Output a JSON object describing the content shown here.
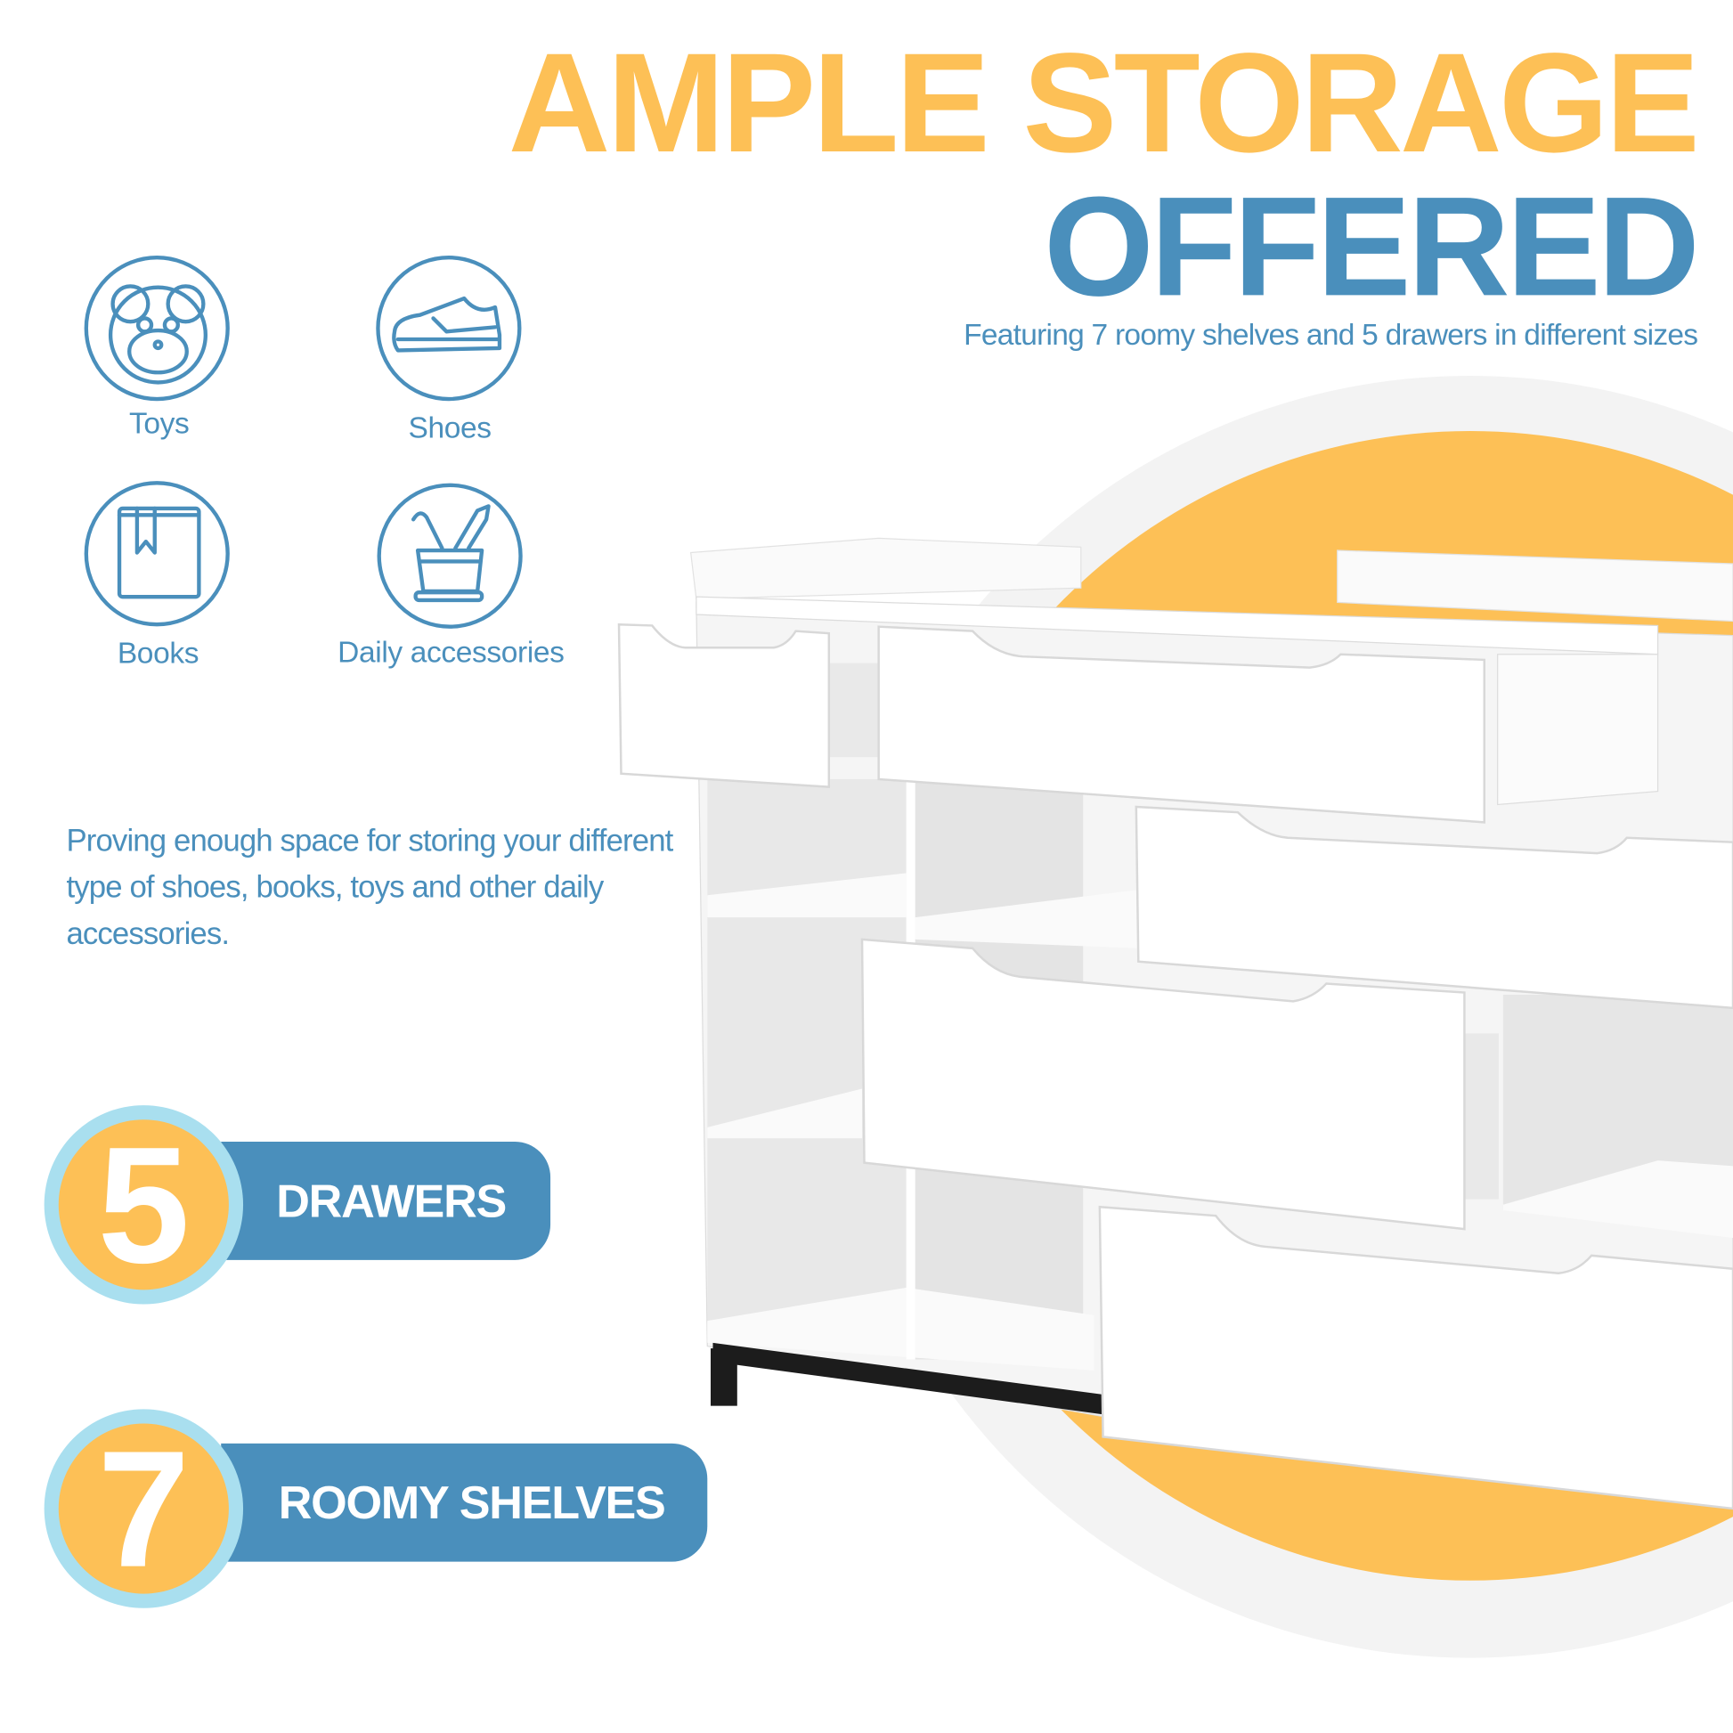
{
  "header": {
    "title_line1": "AMPLE STORAGE",
    "title_line2": "OFFERED",
    "subtitle": "Featuring 7 roomy shelves and 5 drawers in different sizes"
  },
  "categories": [
    {
      "label": "Toys",
      "icon": "teddy-bear-icon"
    },
    {
      "label": "Shoes",
      "icon": "sneaker-icon"
    },
    {
      "label": "Books",
      "icon": "book-icon"
    },
    {
      "label": "Daily accessories",
      "icon": "pencil-cup-icon"
    }
  ],
  "description": "Proving enough space for storing your different type of shoes, books, toys and other daily accessories.",
  "badges": [
    {
      "number": "5",
      "label": "DRAWERS"
    },
    {
      "number": "7",
      "label": "ROOMY SHELVES"
    }
  ],
  "colors": {
    "orange": "#FDC056",
    "blue": "#4A8FBC",
    "light_blue": "#A9DFEF"
  }
}
